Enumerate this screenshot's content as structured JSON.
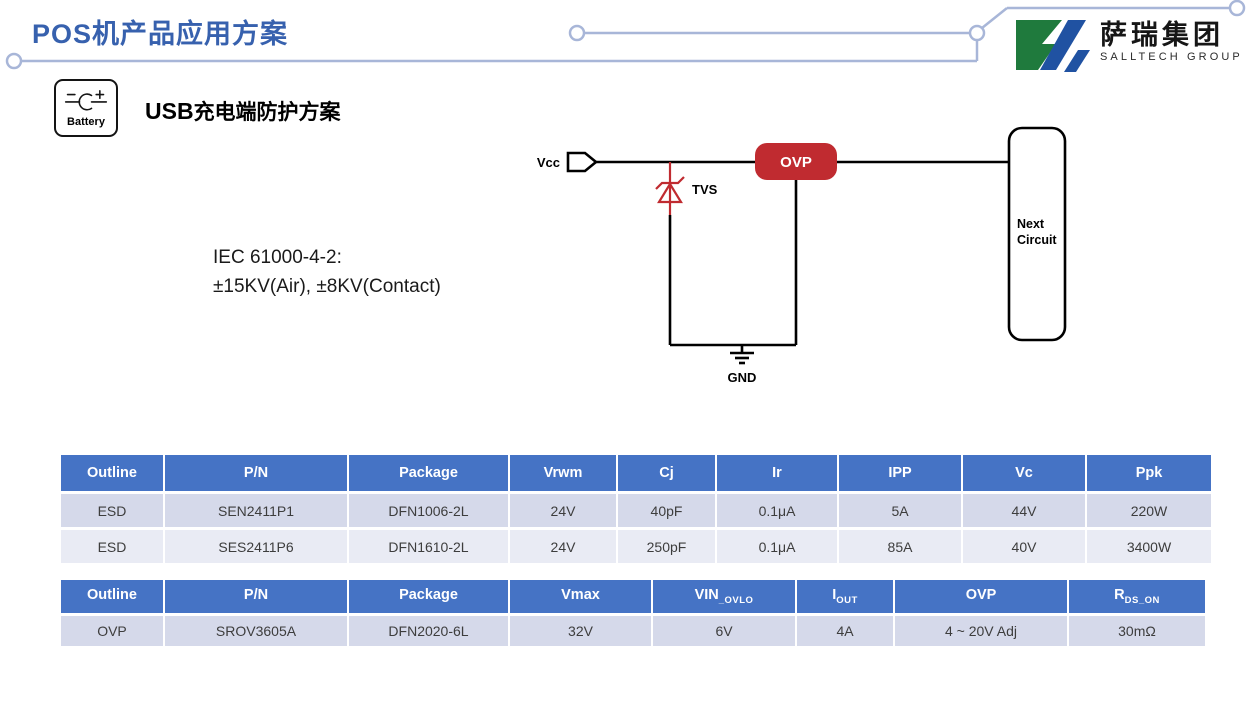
{
  "slide": {
    "title": "POS机产品应用方案",
    "logo": {
      "name_cn": "萨瑞集团",
      "name_en": "SALLTECH GROUP"
    },
    "battery_card": {
      "label": "Battery"
    },
    "heading": {
      "prefix": "USB",
      "text": "充电端防护方案"
    },
    "standard_note": {
      "line1": "IEC 61000-4-2:",
      "line2": "±15KV(Air), ±8KV(Contact)"
    }
  },
  "circuit": {
    "vcc_label": "Vcc",
    "tvs_label": "TVS",
    "ovp_label": "OVP",
    "next_circuit_line1": "Next",
    "next_circuit_line2": "Circuit",
    "gnd_label": "GND"
  },
  "esd_table": {
    "headers": [
      "Outline",
      "P/N",
      "Package",
      "Vrwm",
      "Cj",
      "Ir",
      "IPP",
      "Vc",
      "Ppk"
    ],
    "rows": [
      [
        "ESD",
        "SEN2411P1",
        "DFN1006-2L",
        "24V",
        "40pF",
        "0.1μA",
        "5A",
        "44V",
        "220W"
      ],
      [
        "ESD",
        "SES2411P6",
        "DFN1610-2L",
        "24V",
        "250pF",
        "0.1μA",
        "85A",
        "40V",
        "3400W"
      ]
    ]
  },
  "ovp_table": {
    "headers": [
      {
        "text": "Outline",
        "sub": ""
      },
      {
        "text": "P/N",
        "sub": ""
      },
      {
        "text": "Package",
        "sub": ""
      },
      {
        "text": "Vmax",
        "sub": ""
      },
      {
        "text": "VIN",
        "sub": "_OVLO"
      },
      {
        "text": "I",
        "sub": "OUT"
      },
      {
        "text": "OVP",
        "sub": ""
      },
      {
        "text": "R",
        "sub": "DS_ON"
      }
    ],
    "row": [
      "OVP",
      "SROV3605A",
      "DFN2020-6L",
      "32V",
      "6V",
      "4A",
      "4 ~ 20V Adj",
      "30mΩ"
    ]
  },
  "colors": {
    "title_blue": "#3761AE",
    "table_header_blue": "#4573C5",
    "row_shade_dark": "#D5D9EA",
    "row_shade_light": "#E9EBF4",
    "ovp_red": "#C02B30",
    "trace_blue": "#A8B6D8",
    "logo_green": "#1F7A3D",
    "logo_blue": "#2052A2"
  }
}
